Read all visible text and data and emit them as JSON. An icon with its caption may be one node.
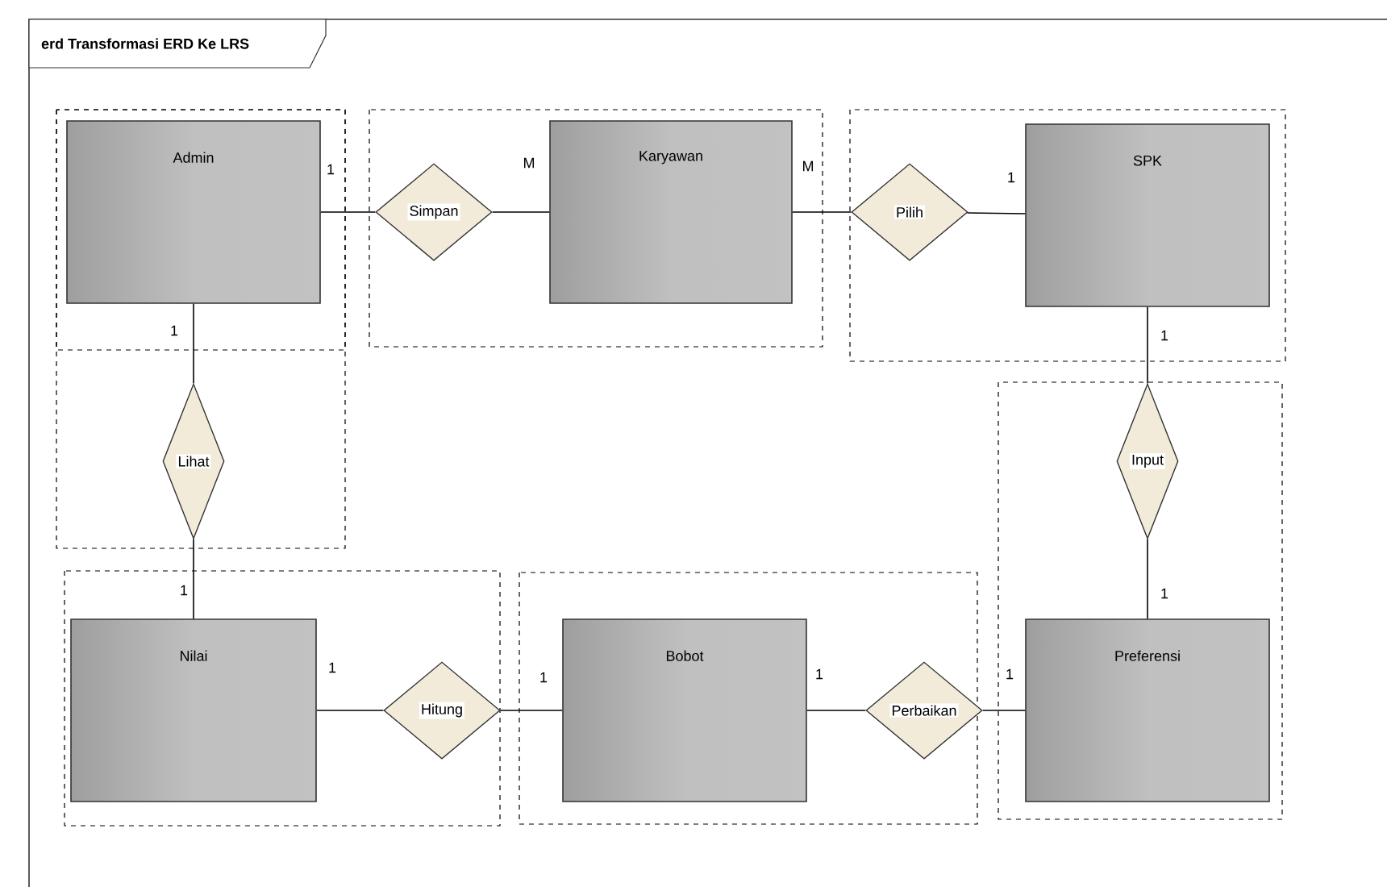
{
  "diagram": {
    "title": "erd Transformasi ERD Ke LRS",
    "nodes": [
      {
        "text": [
          "Admin"
        ]
      },
      {
        "text": [
          "Simpan"
        ]
      },
      {
        "text": [
          "Karyawan"
        ]
      },
      {
        "text": [
          "Pilih"
        ]
      },
      {
        "text": [
          "SPK"
        ]
      },
      {
        "text": [
          "Lihat"
        ]
      },
      {
        "text": [
          "Input"
        ]
      },
      {
        "text": [
          "Nilai"
        ]
      },
      {
        "text": [
          "Hitung"
        ]
      },
      {
        "text": [
          "Bobot"
        ]
      },
      {
        "text": [
          "Perbaikan"
        ]
      },
      {
        "text": [
          "Preferensi"
        ]
      }
    ],
    "edges": [
      {
        "from": 0,
        "to": 1,
        "arrow": "none",
        "label": "1"
      },
      {
        "from": 1,
        "to": 2,
        "arrow": "none",
        "label": "M"
      },
      {
        "from": 2,
        "to": 3,
        "arrow": "none",
        "label": "M"
      },
      {
        "from": 3,
        "to": 4,
        "arrow": "none",
        "label": "1"
      },
      {
        "from": 0,
        "to": 5,
        "arrow": "none",
        "label": "1"
      },
      {
        "from": 5,
        "to": 7,
        "arrow": "none",
        "label": "1"
      },
      {
        "from": 4,
        "to": 6,
        "arrow": "none",
        "label": "1"
      },
      {
        "from": 6,
        "to": 11,
        "arrow": "none",
        "label": "1"
      },
      {
        "from": 7,
        "to": 8,
        "arrow": "none",
        "label": "1"
      },
      {
        "from": 8,
        "to": 9,
        "arrow": "none",
        "label": "1"
      },
      {
        "from": 9,
        "to": 10,
        "arrow": "none",
        "label": "1"
      },
      {
        "from": 10,
        "to": 11,
        "arrow": "none",
        "label": "1"
      }
    ]
  }
}
